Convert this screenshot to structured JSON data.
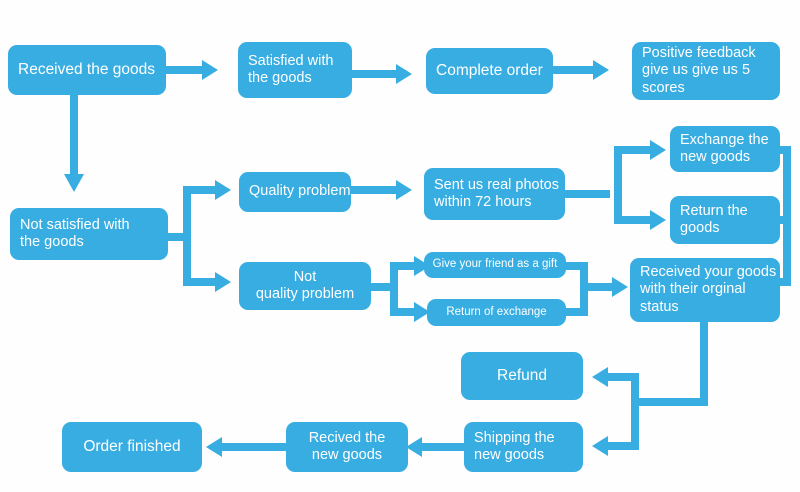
{
  "diagram": {
    "title": "Order after-sales process flowchart",
    "accent_color": "#38ade2",
    "background_color": "#fefefe",
    "text_color": "#ffffff"
  },
  "nodes": {
    "received_the_goods": "Received the goods",
    "satisfied_with_the_goods": "Satisfied with\nthe goods",
    "complete_order": "Complete order",
    "positive_feedback": "Positive feedback\ngive us give us 5\nscores",
    "not_satisfied_with_the_goods": "Not satisfied with\nthe goods",
    "quality_problem": "Quality problem",
    "sent_us_real_photos": "Sent us real photos\nwithin 72 hours",
    "exchange_the_new_goods": "Exchange the\nnew goods",
    "return_the_goods": "Return the\ngoods",
    "not_quality_problem": "Not\nquality problem",
    "give_your_friend_as_a_gift": "Give your friend as a gift",
    "return_of_exchange": "Return of exchange",
    "received_your_goods_original_status": "Received your goods\nwith their orginal\nstatus",
    "refund": "Refund",
    "shipping_the_new_goods": "Shipping the\nnew goods",
    "recived_the_new_goods": "Recived the\nnew goods",
    "order_finished": "Order finished"
  }
}
